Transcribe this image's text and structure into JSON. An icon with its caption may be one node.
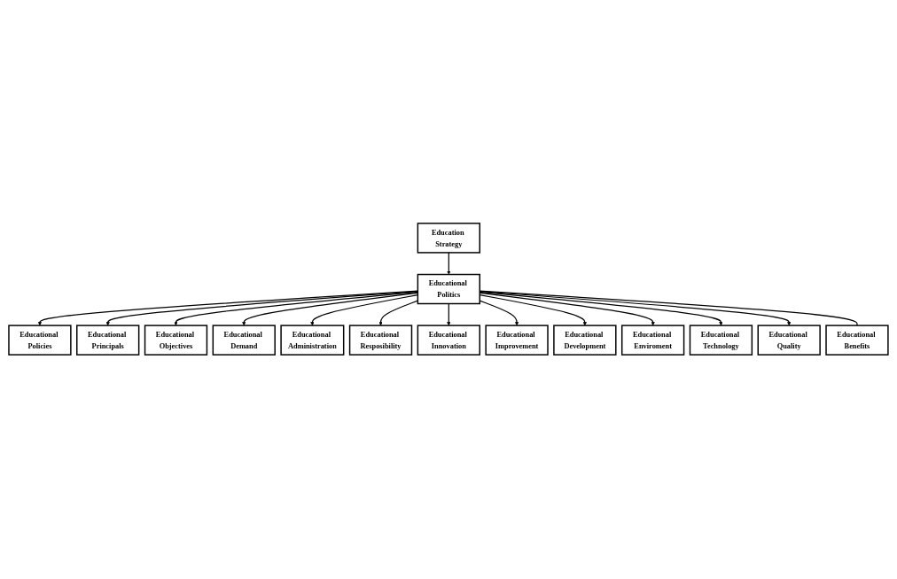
{
  "diagram": {
    "nodes": [
      {
        "text": [
          "Education Strategy"
        ]
      },
      {
        "text": [
          "Educational Politics"
        ]
      },
      {
        "text": [
          "Educational Policies"
        ]
      },
      {
        "text": [
          "Educational Principals"
        ]
      },
      {
        "text": [
          "Educational Objectives"
        ]
      },
      {
        "text": [
          "Educational Demand"
        ]
      },
      {
        "text": [
          "Educational Administration"
        ]
      },
      {
        "text": [
          "Educational Resposibility"
        ]
      },
      {
        "text": [
          "Educational Innovation"
        ]
      },
      {
        "text": [
          "Educational Improvement"
        ]
      },
      {
        "text": [
          "Educational Development"
        ]
      },
      {
        "text": [
          "Educational Enviroment"
        ]
      },
      {
        "text": [
          "Educational Technology"
        ]
      },
      {
        "text": [
          "Educational Quality"
        ]
      },
      {
        "text": [
          "Educational Benefits"
        ]
      }
    ],
    "edges": [
      {
        "from": 0,
        "to": 1,
        "arrow": "to"
      },
      {
        "from": 1,
        "to": 2,
        "arrow": "to"
      },
      {
        "from": 1,
        "to": 3,
        "arrow": "to"
      },
      {
        "from": 1,
        "to": 4,
        "arrow": "to"
      },
      {
        "from": 1,
        "to": 5,
        "arrow": "to"
      },
      {
        "from": 1,
        "to": 6,
        "arrow": "to"
      },
      {
        "from": 1,
        "to": 7,
        "arrow": "to"
      },
      {
        "from": 1,
        "to": 8,
        "arrow": "to"
      },
      {
        "from": 1,
        "to": 9,
        "arrow": "to"
      },
      {
        "from": 1,
        "to": 10,
        "arrow": "to"
      },
      {
        "from": 1,
        "to": 11,
        "arrow": "to"
      },
      {
        "from": 1,
        "to": 12,
        "arrow": "to"
      },
      {
        "from": 1,
        "to": 13,
        "arrow": "to"
      },
      {
        "from": 1,
        "to": 14,
        "arrow": "none"
      }
    ]
  }
}
